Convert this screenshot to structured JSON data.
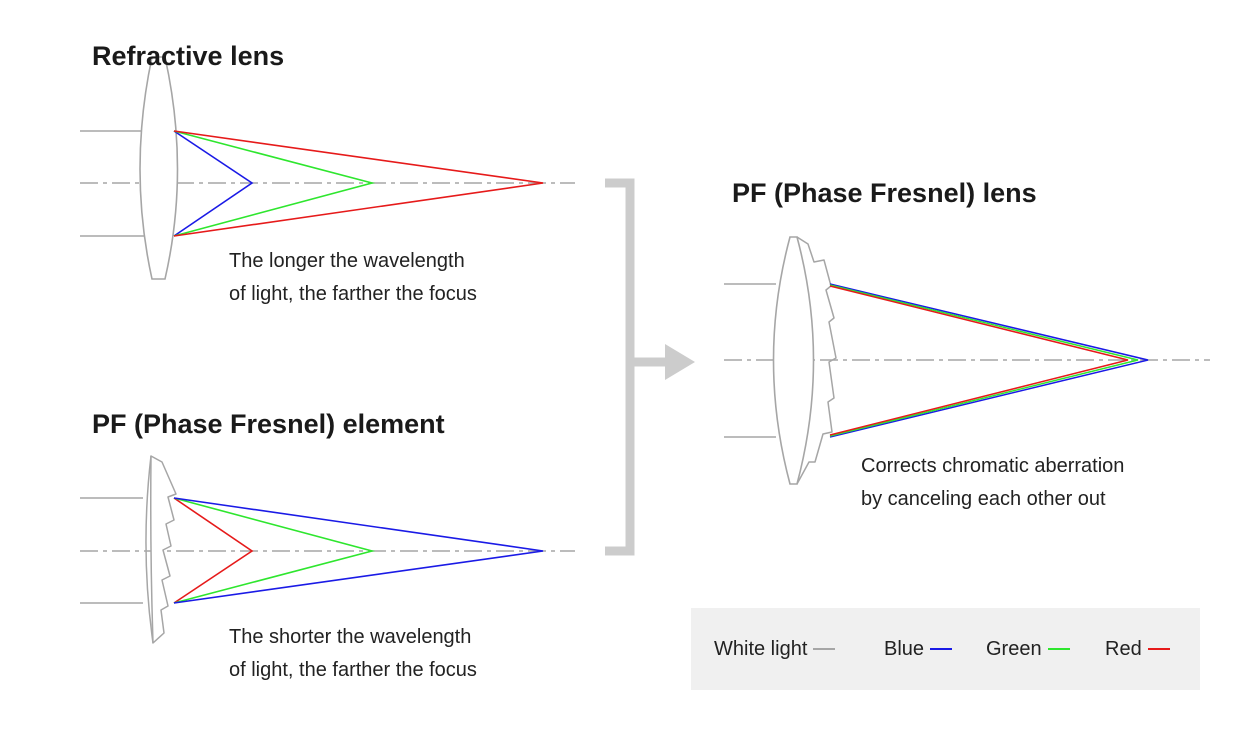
{
  "refractive": {
    "title": "Refractive lens",
    "caption_line1": "The longer the wavelength",
    "caption_line2": "of light, the farther the focus"
  },
  "pf_element": {
    "title": "PF (Phase Fresnel) element",
    "caption_line1": "The shorter the wavelength",
    "caption_line2": "of light, the farther the focus"
  },
  "pf_lens": {
    "title": "PF (Phase Fresnel) lens",
    "caption_line1": "Corrects chromatic aberration",
    "caption_line2": "by canceling each other out"
  },
  "legend": {
    "items": [
      {
        "label": "White light",
        "color": "#a6a6a6"
      },
      {
        "label": "Blue",
        "color": "#1a1ae6"
      },
      {
        "label": "Green",
        "color": "#2ee62e"
      },
      {
        "label": "Red",
        "color": "#e61a1a"
      }
    ]
  },
  "colors": {
    "white_light": "#a6a6a6",
    "blue": "#1a1ae6",
    "green": "#2ee62e",
    "red": "#e61a1a",
    "lens_outline": "#a6a6a6",
    "bracket": "#cccccc",
    "legend_bg": "#f0f0f0"
  }
}
